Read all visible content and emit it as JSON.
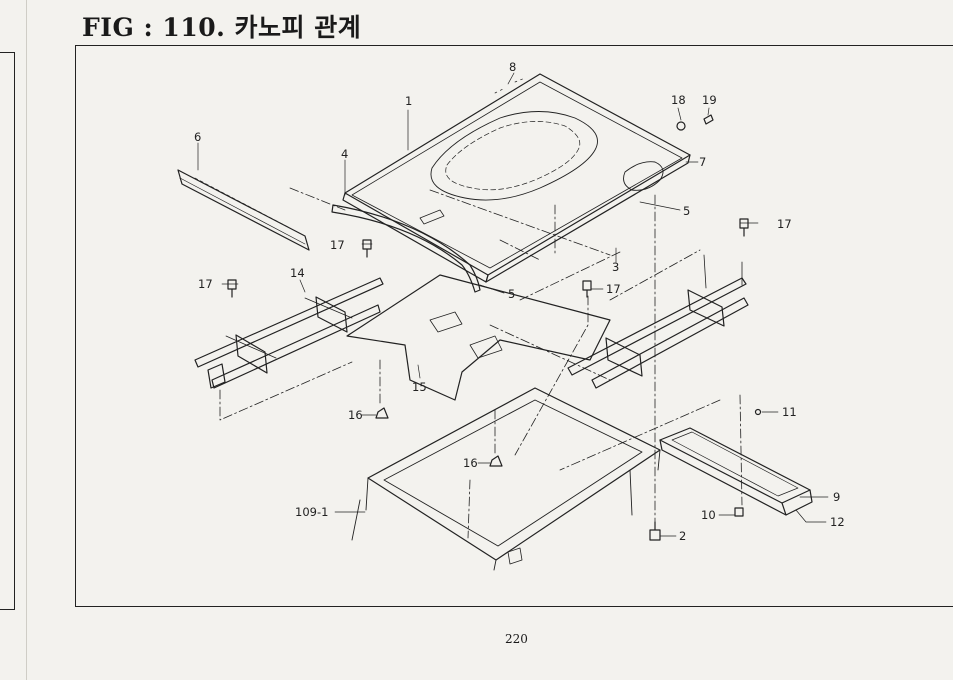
{
  "figure": {
    "title": "FIG : 110. 카노피 관계",
    "page_number": "220"
  },
  "callouts": {
    "c1": "1",
    "c2": "2",
    "c3": "3",
    "c4": "4",
    "c5a": "5",
    "c5b": "5",
    "c6": "6",
    "c7": "7",
    "c8": "8",
    "c9": "9",
    "c10": "10",
    "c11": "11",
    "c12": "12",
    "c14": "14",
    "c15": "15",
    "c16a": "16",
    "c16b": "16",
    "c17a": "17",
    "c17b": "17",
    "c17c": "17",
    "c17d": "17",
    "c18": "18",
    "c19": "19",
    "c109": "109-1"
  }
}
